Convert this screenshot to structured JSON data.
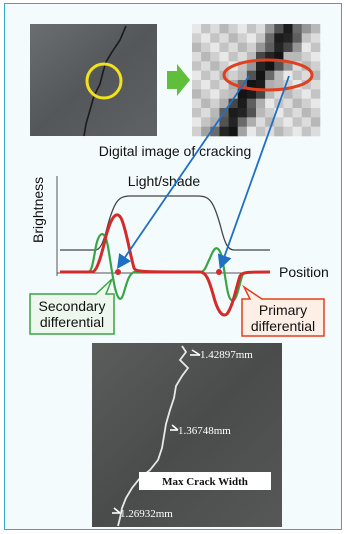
{
  "caption_digital": "Digital image of cracking",
  "chart": {
    "ylabel": "Brightness",
    "light_shade": "Light/shade",
    "xlabel": "Position",
    "secondary": [
      "Secondary",
      "differential"
    ],
    "primary": [
      "Primary",
      "differential"
    ]
  },
  "measurements": {
    "m1": "1.42897mm",
    "m2": "1.36748mm",
    "max_label": "Max Crack Width",
    "m3": "1.26932mm"
  },
  "colors": {
    "frame": "#38a7c3",
    "red": "#d42a2a",
    "green": "#3aa445",
    "blue": "#1f6fc4",
    "yellow": "#f1e21c",
    "arrow_green": "#5fbf3a"
  }
}
